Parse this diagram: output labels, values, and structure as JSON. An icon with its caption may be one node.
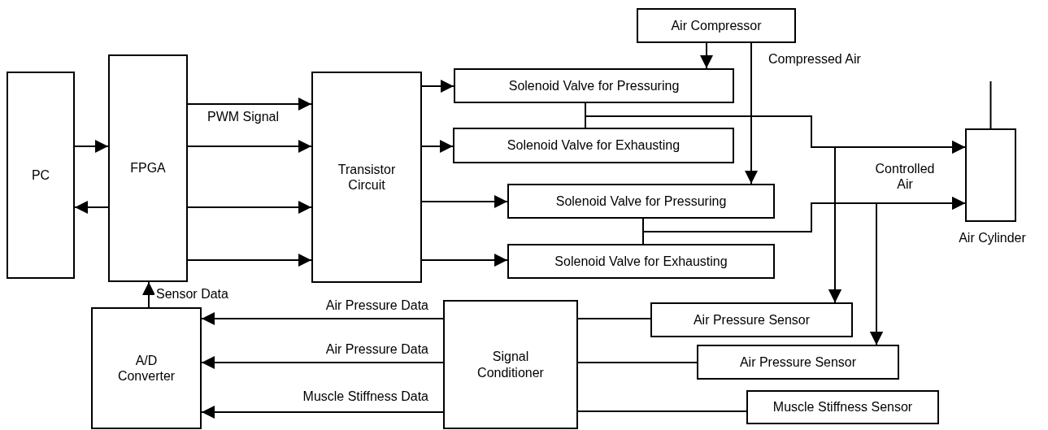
{
  "diagram": {
    "nodes": [
      {
        "text": [
          "PC"
        ]
      },
      {
        "text": [
          "FPGA"
        ]
      },
      {
        "text": [
          "Transistor Circuit"
        ]
      },
      {
        "text": [
          "Air Compressor"
        ]
      },
      {
        "text": [
          "Solenoid Valve for Pressuring"
        ]
      },
      {
        "text": [
          "Solenoid Valve for Exhausting"
        ]
      },
      {
        "text": [
          "Solenoid Valve for Pressuring"
        ]
      },
      {
        "text": [
          "Solenoid Valve for Exhausting"
        ]
      },
      {
        "text": [],
        "shape": "cylinder",
        "beside": [
          "Air Cylinder"
        ]
      },
      {
        "text": [
          "A/D Converter"
        ]
      },
      {
        "text": [
          "Signal Conditioner"
        ]
      },
      {
        "text": [
          "Air Pressure Sensor"
        ]
      },
      {
        "text": [
          "Air Pressure Sensor"
        ]
      },
      {
        "text": [
          "Muscle Stiffness Sensor"
        ]
      }
    ],
    "edges": [
      {
        "from": 0,
        "to": 1,
        "arrow": "to"
      },
      {
        "from": 1,
        "to": 0,
        "arrow": "to"
      },
      {
        "from": 1,
        "to": 2,
        "arrow": "to",
        "label": "PWM Signal"
      },
      {
        "from": 1,
        "to": 2,
        "arrow": "to"
      },
      {
        "from": 1,
        "to": 2,
        "arrow": "to"
      },
      {
        "from": 1,
        "to": 2,
        "arrow": "to"
      },
      {
        "from": 2,
        "to": 4,
        "arrow": "to"
      },
      {
        "from": 2,
        "to": 5,
        "arrow": "to"
      },
      {
        "from": 2,
        "to": 6,
        "arrow": "to"
      },
      {
        "from": 2,
        "to": 7,
        "arrow": "to"
      },
      {
        "from": 3,
        "to": 4,
        "arrow": "to"
      },
      {
        "from": 3,
        "to": 6,
        "arrow": "to",
        "label": "Compressed Air"
      },
      {
        "from": 4,
        "to": 8,
        "arrow": "to"
      },
      {
        "from": 5,
        "to": 8,
        "arrow": "to"
      },
      {
        "from": 4,
        "to": 11,
        "arrow": "to"
      },
      {
        "from": 5,
        "to": 11,
        "arrow": "to"
      },
      {
        "from": 6,
        "to": 8,
        "arrow": "to"
      },
      {
        "from": 7,
        "to": 8,
        "arrow": "to"
      },
      {
        "from": 6,
        "to": 12,
        "arrow": "to"
      },
      {
        "from": 7,
        "to": 12,
        "arrow": "to"
      },
      {
        "from": 9,
        "to": 1,
        "arrow": "to",
        "label": "Sensor Data"
      },
      {
        "from": 10,
        "to": 9,
        "arrow": "to",
        "label": "Air Pressure Data"
      },
      {
        "from": 10,
        "to": 9,
        "arrow": "to",
        "label": "Air Pressure Data"
      },
      {
        "from": 10,
        "to": 9,
        "arrow": "to",
        "label": "Muscle Stiffness Data"
      },
      {
        "from": 11,
        "to": 10,
        "arrow": "none"
      },
      {
        "from": 12,
        "to": 10,
        "arrow": "none"
      },
      {
        "from": 13,
        "to": 10,
        "arrow": "none"
      }
    ],
    "labels": [
      "Controlled Air"
    ]
  }
}
